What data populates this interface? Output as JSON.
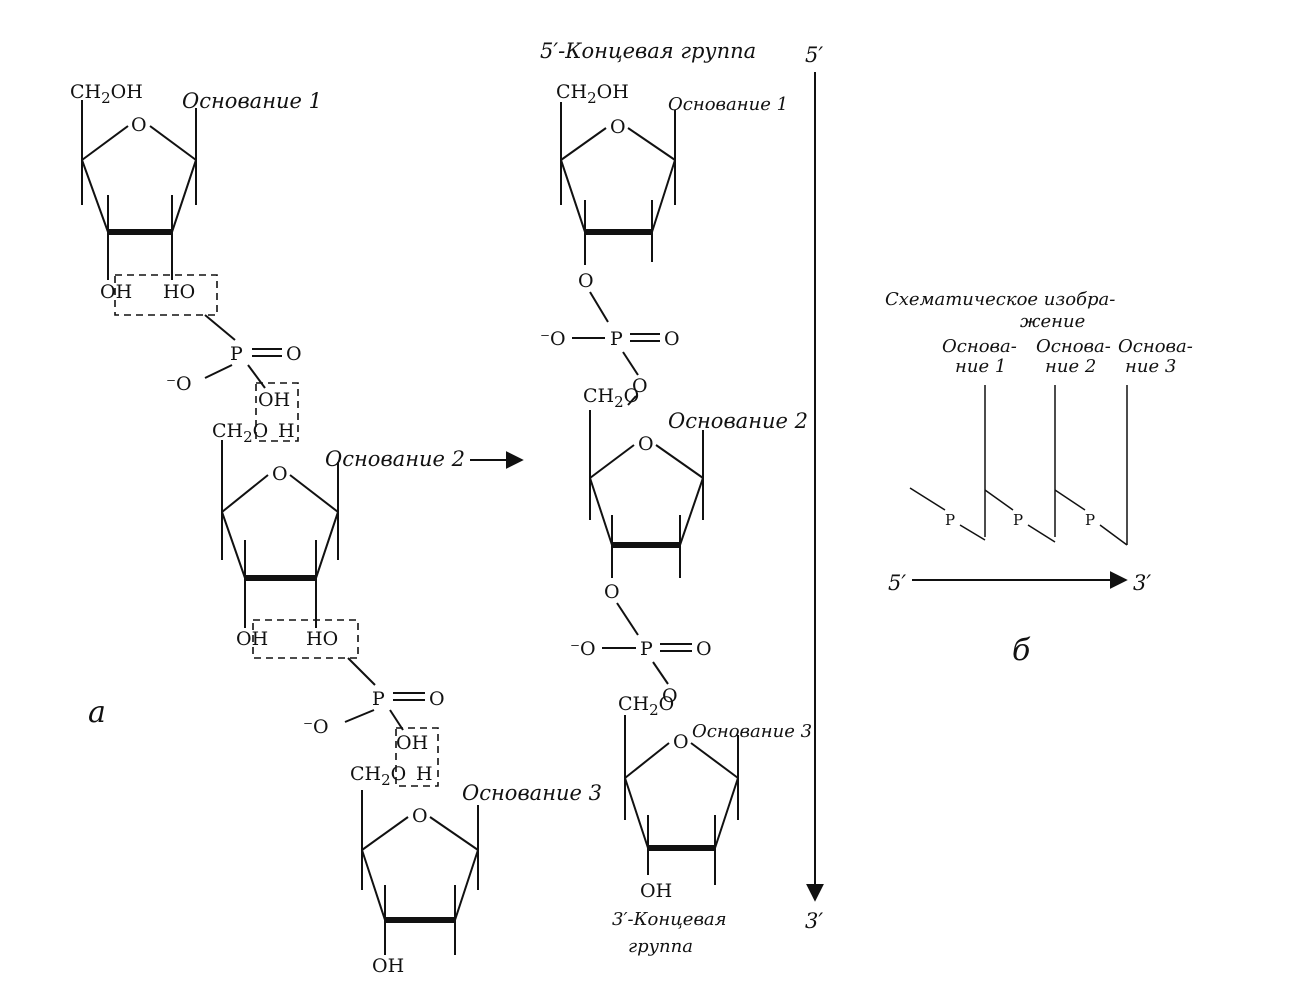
{
  "panel_a": {
    "label": "а",
    "ch2oh": "CH",
    "ch2oh_sub": "2",
    "ch2oh_tail": "OH",
    "ring_o": "O",
    "base1": "Основание 1",
    "base2": "Основание 2",
    "base3": "Основание 3",
    "oh": "OH",
    "ho": "HO",
    "p": "P",
    "eq_o": "O",
    "minus_o": "⁻O",
    "boxed_oh": "OH",
    "ch2_o": "CH",
    "ch2_o_tail": "O",
    "h": "H"
  },
  "panel_middle": {
    "five_end": "5′-Концевая группа",
    "five_prime": "5′",
    "three_prime": "3′",
    "three_end_line1": "3′-Концевая",
    "three_end_line2": "группа",
    "base1": "Основание 1",
    "base2": "Основание 2",
    "base3": "Основание 3",
    "ch2oh": "CH",
    "ch2oh_sub": "2",
    "ch2oh_tail": "OH",
    "ch2o_tail": "O",
    "ring_o": "O",
    "bridge_o": "O",
    "p": "P",
    "eq_o": "O",
    "minus_o": "⁻O",
    "oh": "OH"
  },
  "panel_b": {
    "label": "б",
    "title_line1": "Схематическое изобра-",
    "title_line2": "жение",
    "base1_line1": "Основа-",
    "base1_line2": "ние 1",
    "base2_line1": "Основа-",
    "base2_line2": "ние 2",
    "base3_line1": "Основа-",
    "base3_line2": "ние 3",
    "p": "P",
    "five_prime": "5′",
    "three_prime": "3′"
  }
}
